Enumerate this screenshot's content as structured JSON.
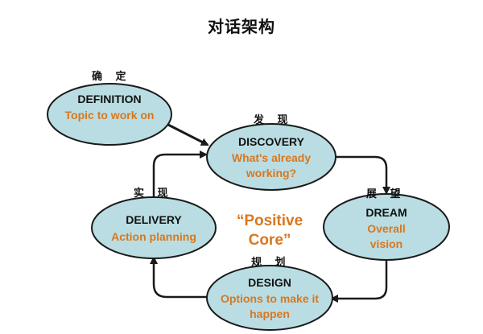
{
  "title": "对话架构",
  "core_text": "“Positive Core”",
  "nodes": {
    "definition": {
      "cn": "确 定",
      "name": "DEFINITION",
      "desc": "Topic to work on"
    },
    "discovery": {
      "cn": "发 现",
      "name": "DISCOVERY",
      "desc": "What's already working?"
    },
    "dream": {
      "cn": "展 望",
      "name": "DREAM",
      "desc": "Overall vision"
    },
    "design": {
      "cn": "规 划",
      "name": "DESIGN",
      "desc": "Options to make it happen"
    },
    "delivery": {
      "cn": "实 现",
      "name": "DELIVERY",
      "desc": "Action planning"
    }
  },
  "colors": {
    "ellipse_fill": "#b9dde2",
    "ellipse_stroke": "#1a1a1a",
    "desc_text": "#d9771f",
    "arrow": "#1a1a1a"
  }
}
